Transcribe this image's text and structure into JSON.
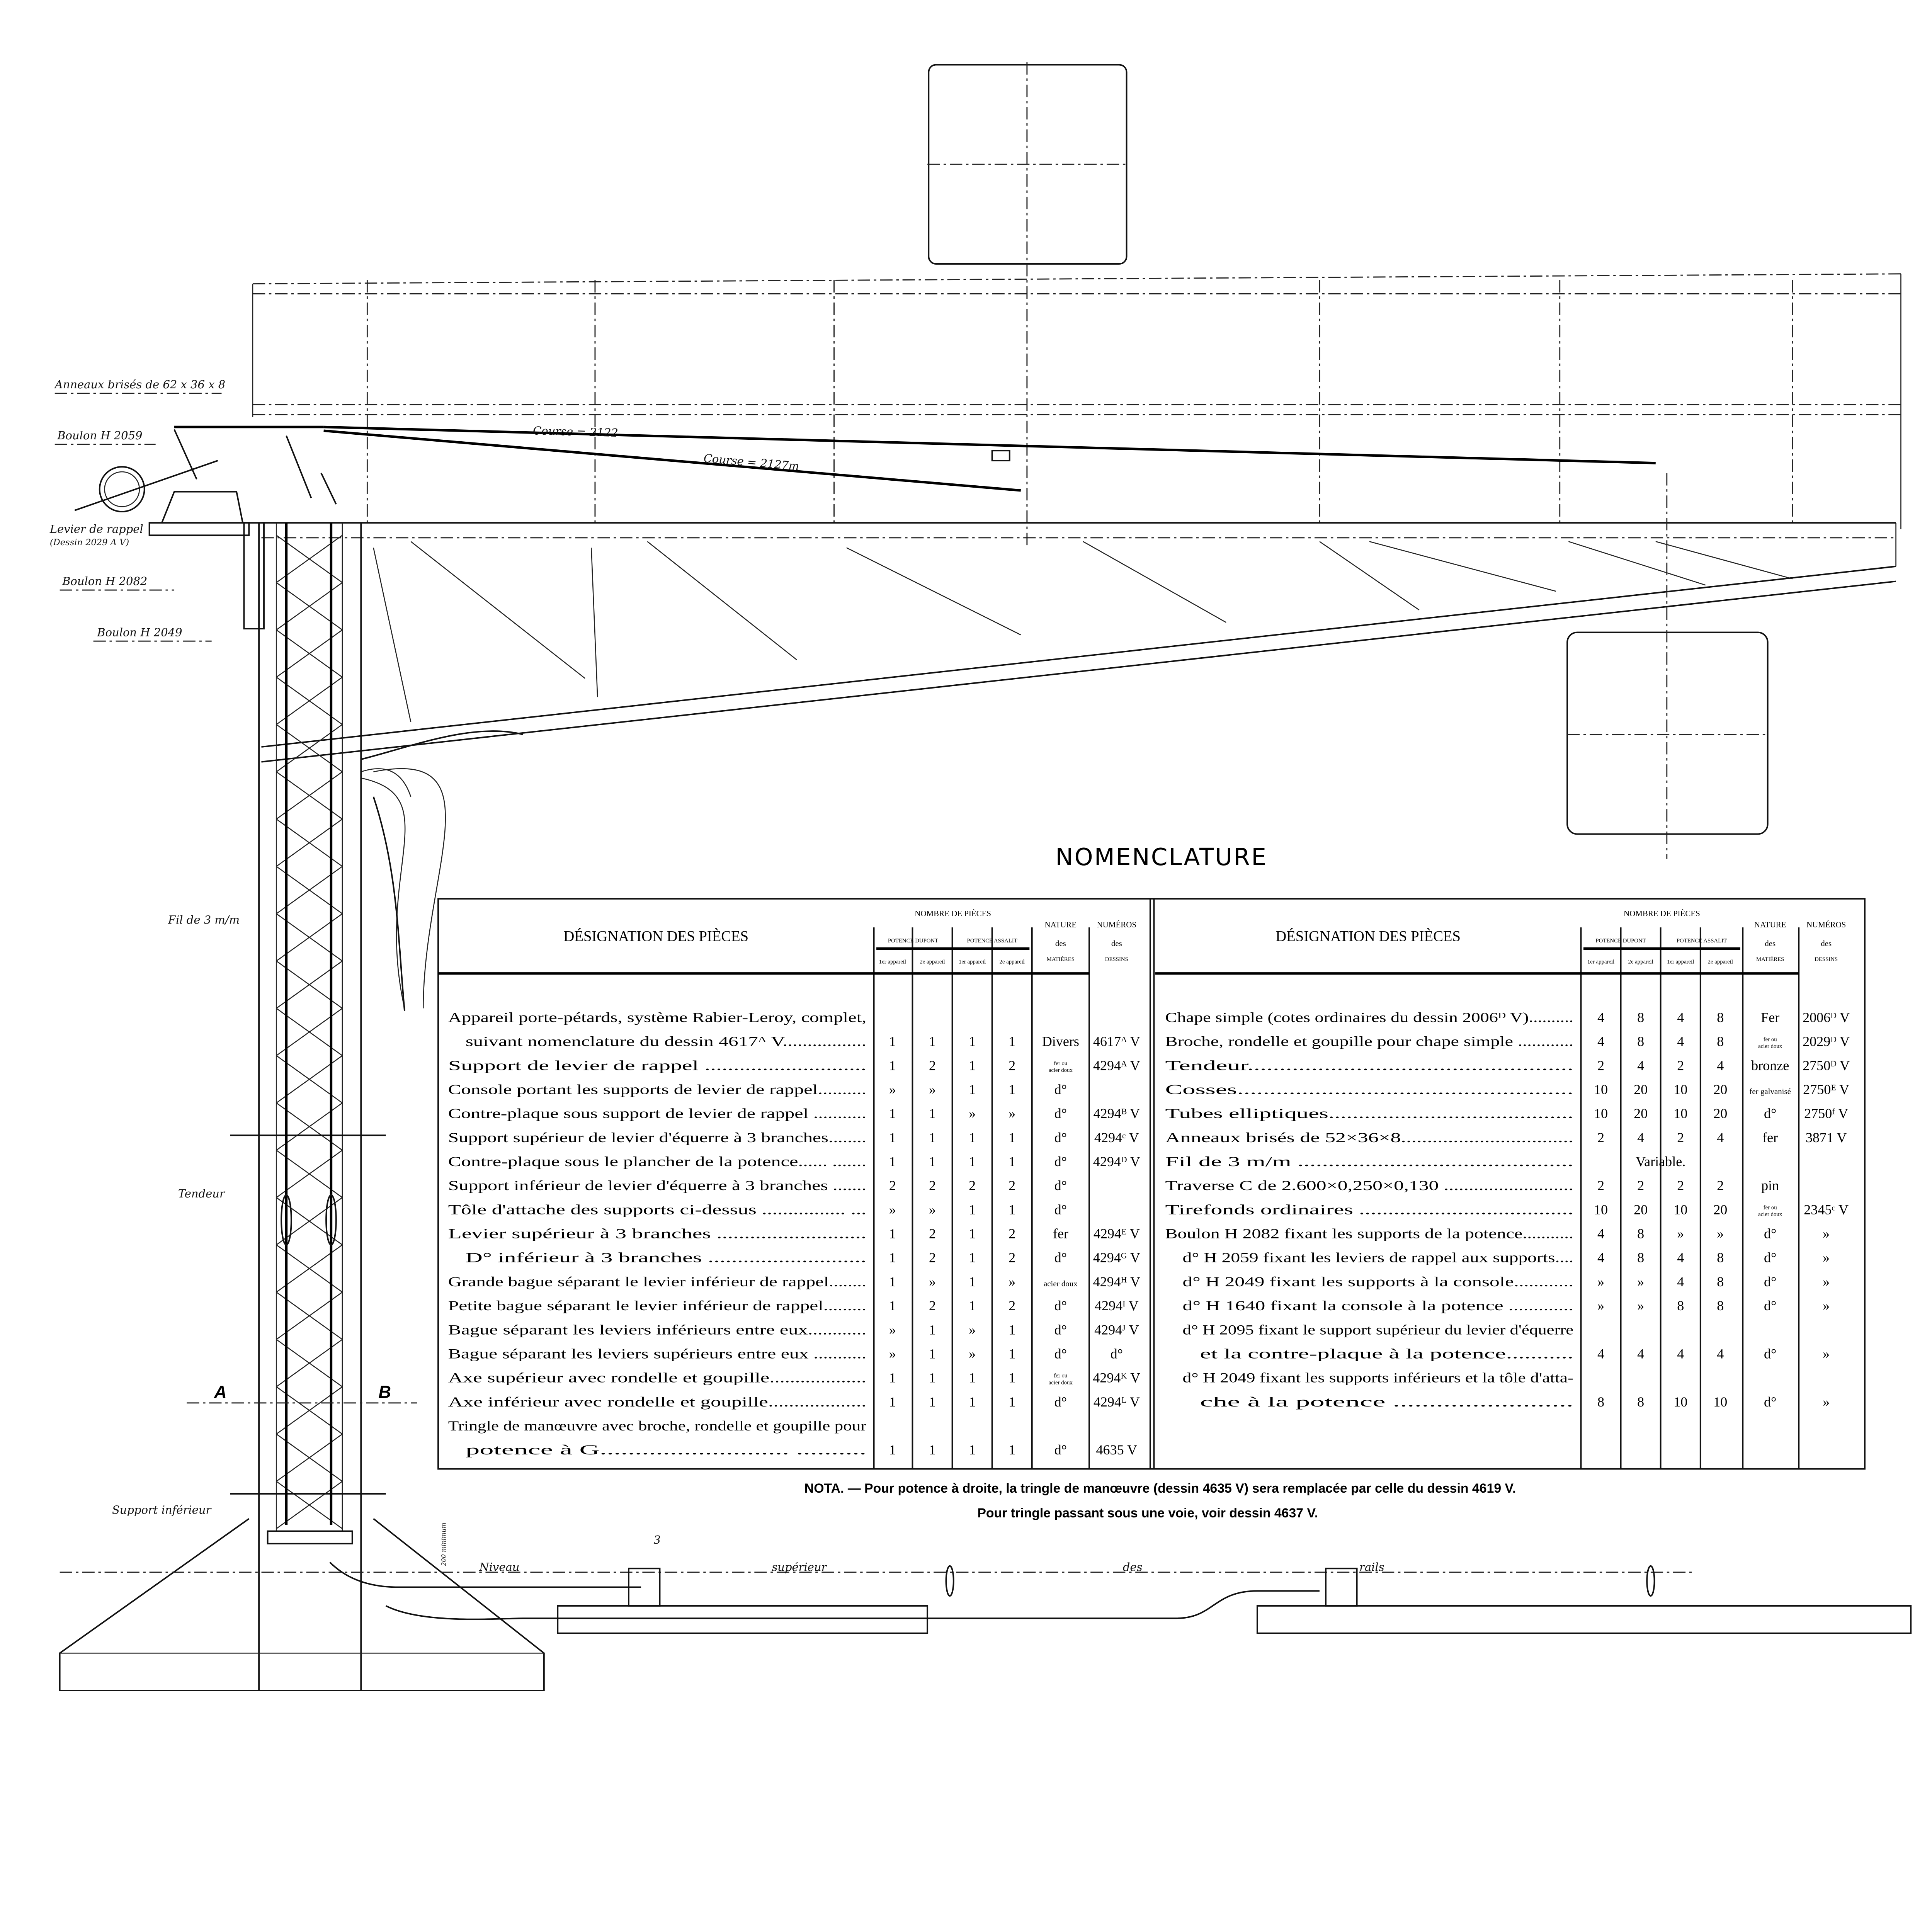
{
  "drawing_labels": {
    "anneaux": "Anneaux brisés de 62 x 36 x 8",
    "boulon_2059": "Boulon H 2059",
    "levier_rappel": "Levier de rappel",
    "levier_dessin": "(Dessin 2029 A V)",
    "boulon_2082": "Boulon H 2082",
    "boulon_2049": "Boulon H 2049",
    "course_1": "Course = 2122",
    "course_2": "Course = 2127m",
    "fil": "Fil de 3 m/m",
    "tendeur": "Tendeur",
    "section_a": "A",
    "section_b": "B",
    "support_inferieur": "Support inférieur",
    "dim_200": "200 minimum",
    "niveau": "Niveau",
    "superieur": "supérieur",
    "des": "des",
    "rails": "rails",
    "dim_3": "3"
  },
  "title": "NOMENCLATURE",
  "table_header": {
    "designation": "DÉSIGNATION DES PIÈCES",
    "nombre": "NOMBRE DE PIÈCES",
    "dupont": "POTENCE DUPONT",
    "assalit": "POTENCE ASSALIT",
    "app1": "1er appareil",
    "app2": "2e appareil",
    "nature_1": "NATURE",
    "nature_2": "des",
    "nature_3": "MATIÈRES",
    "numeros_1": "NUMÉROS",
    "numeros_2": "des",
    "numeros_3": "DESSINS"
  },
  "left_rows": [
    {
      "text": "Appareil porte-pétards, système Rabier-Leroy, complet,",
      "indent": 0
    },
    {
      "text": "suivant nomenclature du dessin 4617ᴬ V.................",
      "indent": 1,
      "counts": [
        "1",
        "1",
        "1",
        "1"
      ],
      "nature": "Divers",
      "numero": "4617ᴬ V"
    },
    {
      "text": "Support de levier de rappel ............................",
      "counts": [
        "1",
        "2",
        "1",
        "2"
      ],
      "nature": "fer ou|acier doux",
      "numero": "4294ᴬ V"
    },
    {
      "text": "Console portant les supports de levier de rappel..........",
      "counts": [
        "»",
        "»",
        "1",
        "1"
      ],
      "nature": "d°",
      "numero": ""
    },
    {
      "text": "Contre-plaque sous support de levier de rappel ...........",
      "counts": [
        "1",
        "1",
        "»",
        "»"
      ],
      "nature": "d°",
      "numero": "4294ᴮ V"
    },
    {
      "text": "Support supérieur de levier d'équerre à 3 branches........",
      "counts": [
        "1",
        "1",
        "1",
        "1"
      ],
      "nature": "d°",
      "numero": "4294ᶜ V"
    },
    {
      "text": "Contre-plaque sous le plancher de la potence...... .......",
      "counts": [
        "1",
        "1",
        "1",
        "1"
      ],
      "nature": "d°",
      "numero": "4294ᴰ V"
    },
    {
      "text": "Support inférieur de levier d'équerre à 3 branches .......",
      "counts": [
        "2",
        "2",
        "2",
        "2"
      ],
      "nature": "d°",
      "numero": ""
    },
    {
      "text": "Tôle d'attache des supports ci-dessus ................ ...",
      "counts": [
        "»",
        "»",
        "1",
        "1"
      ],
      "nature": "d°",
      "numero": ""
    },
    {
      "text": "Levier supérieur à 3 branches ...........................",
      "counts": [
        "1",
        "2",
        "1",
        "2"
      ],
      "nature": "fer",
      "numero": "4294ᴱ V"
    },
    {
      "text": "D°    inférieur à 3 branches ...........................",
      "indent": 1,
      "counts": [
        "1",
        "2",
        "1",
        "2"
      ],
      "nature": "d°",
      "numero": "4294ᴳ V"
    },
    {
      "text": "Grande bague séparant le levier inférieur de rappel........",
      "counts": [
        "1",
        "»",
        "1",
        "»"
      ],
      "nature": "acier doux",
      "numero": "4294ᴴ V"
    },
    {
      "text": "Petite bague séparant le levier inférieur de rappel.........",
      "counts": [
        "1",
        "2",
        "1",
        "2"
      ],
      "nature": "d°",
      "numero": "4294ᴵ V"
    },
    {
      "text": "Bague séparant les leviers inférieurs entre eux............",
      "counts": [
        "»",
        "1",
        "»",
        "1"
      ],
      "nature": "d°",
      "numero": "4294ᴶ V"
    },
    {
      "text": "Bague séparant les leviers supérieurs entre eux ...........",
      "counts": [
        "»",
        "1",
        "»",
        "1"
      ],
      "nature": "d°",
      "numero": "d°"
    },
    {
      "text": "Axe supérieur avec rondelle et goupille...................",
      "counts": [
        "1",
        "1",
        "1",
        "1"
      ],
      "nature": "fer ou|acier doux",
      "numero": "4294ᴷ V"
    },
    {
      "text": "Axe inférieur avec rondelle et goupille...................",
      "counts": [
        "1",
        "1",
        "1",
        "1"
      ],
      "nature": "d°",
      "numero": "4294ᴸ V"
    },
    {
      "text": "Tringle de manœuvre avec broche, rondelle et goupille pour",
      "indent": 0
    },
    {
      "text": "potence à G........................... ..........",
      "indent": 1,
      "counts": [
        "1",
        "1",
        "1",
        "1"
      ],
      "nature": "d°",
      "numero": "4635 V"
    }
  ],
  "right_rows": [
    {
      "text": "Chape simple (cotes ordinaires du dessin 2006ᴰ V)..........",
      "counts": [
        "4",
        "8",
        "4",
        "8"
      ],
      "nature": "Fer",
      "numero": "2006ᴰ V"
    },
    {
      "text": "Broche, rondelle et goupille pour chape simple ............",
      "counts": [
        "4",
        "8",
        "4",
        "8"
      ],
      "nature": "fer ou|acier doux",
      "numero": "2029ᴰ V"
    },
    {
      "text": "Tendeur...................................................",
      "counts": [
        "2",
        "4",
        "2",
        "4"
      ],
      "nature": "bronze",
      "numero": "2750ᴰ V"
    },
    {
      "text": "Cosses....................................................",
      "counts": [
        "10",
        "20",
        "10",
        "20"
      ],
      "nature": "fer galvanisé",
      "numero": "2750ᴱ V"
    },
    {
      "text": "Tubes elliptiques.........................................",
      "counts": [
        "10",
        "20",
        "10",
        "20"
      ],
      "nature": "d°",
      "numero": "2750ᶠ V"
    },
    {
      "text": "Anneaux brisés de 52×36×8.................................",
      "counts": [
        "2",
        "4",
        "2",
        "4"
      ],
      "nature": "fer",
      "numero": "3871 V"
    },
    {
      "text": "Fil de 3 m/m .............................................",
      "variable": "Variable."
    },
    {
      "text": "Traverse C de 2.600×0,250×0,130 ..........................",
      "counts": [
        "2",
        "2",
        "2",
        "2"
      ],
      "nature": "pin",
      "numero": ""
    },
    {
      "text": "Tirefonds ordinaires .....................................",
      "counts": [
        "10",
        "20",
        "10",
        "20"
      ],
      "nature": "fer ou|acier doux",
      "numero": "2345ᶜ V"
    },
    {
      "text": "Boulon H 2082 fixant les supports de la potence...........",
      "counts": [
        "4",
        "8",
        "»",
        "»"
      ],
      "nature": "d°",
      "numero": "»"
    },
    {
      "text": "d°    H 2059 fixant les leviers de rappel aux supports....",
      "indent": 1,
      "counts": [
        "4",
        "8",
        "4",
        "8"
      ],
      "nature": "d°",
      "numero": "»"
    },
    {
      "text": "d°    H 2049 fixant les supports à la console............",
      "indent": 1,
      "counts": [
        "»",
        "»",
        "4",
        "8"
      ],
      "nature": "d°",
      "numero": "»"
    },
    {
      "text": "d°    H 1640 fixant la console à la potence .............",
      "indent": 1,
      "counts": [
        "»",
        "»",
        "8",
        "8"
      ],
      "nature": "d°",
      "numero": "»"
    },
    {
      "text": "d°    H 2095 fixant le support supérieur du levier d'équerre",
      "indent": 1
    },
    {
      "text": "et la contre-plaque à la potence...........",
      "indent": 2,
      "counts": [
        "4",
        "4",
        "4",
        "4"
      ],
      "nature": "d°",
      "numero": "»"
    },
    {
      "text": "d°    H 2049 fixant les supports inférieurs et la tôle d'atta-",
      "indent": 1
    },
    {
      "text": "che à la potence .........................",
      "indent": 2,
      "counts": [
        "8",
        "8",
        "10",
        "10"
      ],
      "nature": "d°",
      "numero": "»"
    }
  ],
  "nota": {
    "line1": "NOTA. — Pour potence à droite, la tringle de manœuvre (dessin 4635 V) sera remplacée par celle du dessin 4619 V.",
    "line2": "Pour tringle passant sous une voie, voir dessin 4637 V."
  }
}
